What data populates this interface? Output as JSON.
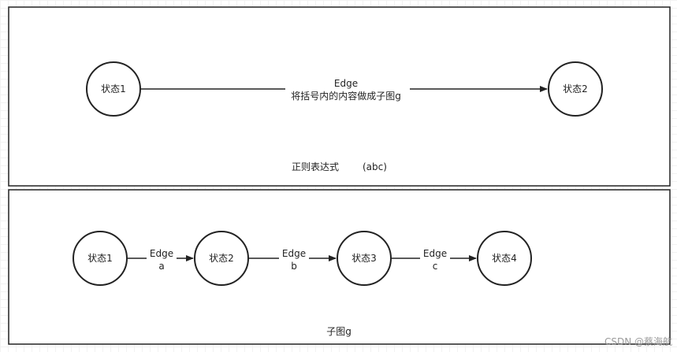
{
  "top_diagram": {
    "caption": "正则表达式",
    "caption_expr": "(abc)",
    "nodes": [
      {
        "label": "状态1"
      },
      {
        "label": "状态2"
      }
    ],
    "edge": {
      "label": "Edge",
      "sublabel": "将括号内的内容做成子图g"
    }
  },
  "bottom_diagram": {
    "caption": "子图g",
    "nodes": [
      {
        "label": "状态1"
      },
      {
        "label": "状态2"
      },
      {
        "label": "状态3"
      },
      {
        "label": "状态4"
      }
    ],
    "edges": [
      {
        "label": "Edge",
        "symbol": "a"
      },
      {
        "label": "Edge",
        "symbol": "b"
      },
      {
        "label": "Edge",
        "symbol": "c"
      }
    ]
  },
  "watermark": "CSDN @蔡海航",
  "colors": {
    "stroke": "#222222",
    "text": "#222222",
    "grid": "#f2f2f2",
    "watermark": "#9a9a9a"
  }
}
